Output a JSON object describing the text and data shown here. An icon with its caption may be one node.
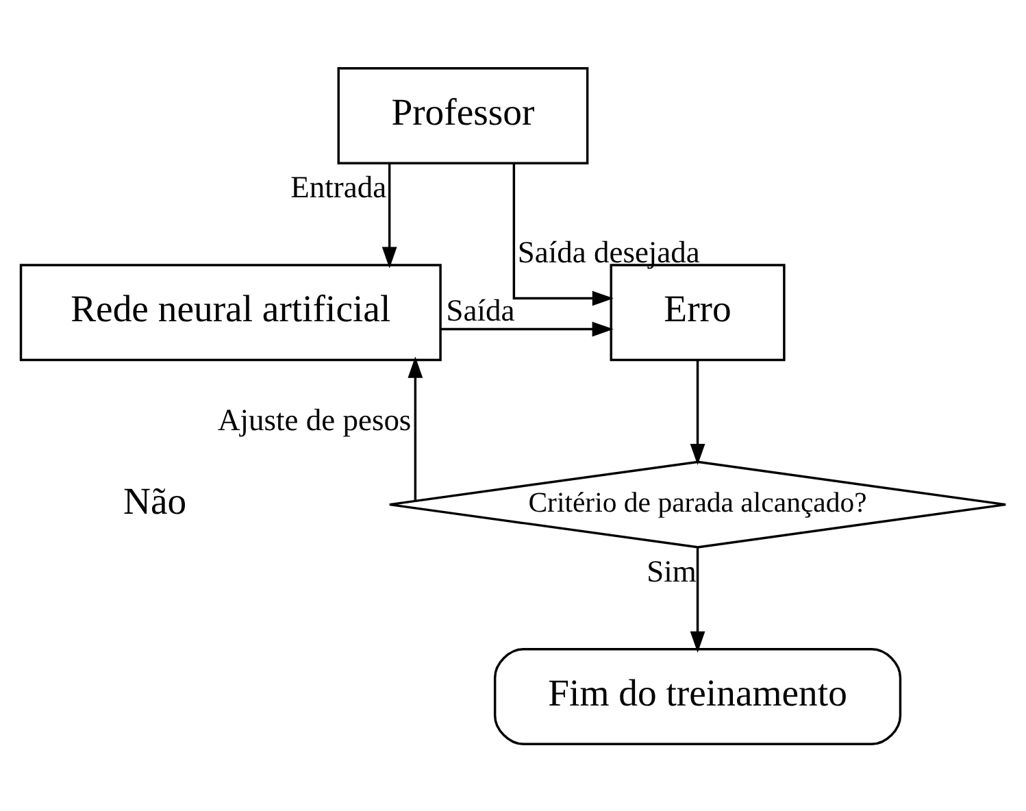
{
  "diagram": {
    "nodes": [
      {
        "text": [
          "Professor"
        ]
      },
      {
        "text": [
          "Rede neural artificial"
        ]
      },
      {
        "text": [
          "Erro"
        ]
      },
      {
        "text": [
          "Critério de parada alcançado?"
        ]
      },
      {
        "text": [
          "Fim do treinamento"
        ]
      }
    ],
    "edges": [
      {
        "from": 0,
        "to": 1,
        "arrow": "to",
        "label": "Entrada"
      },
      {
        "from": 0,
        "to": 2,
        "arrow": "to",
        "label": "Saída desejada"
      },
      {
        "from": 1,
        "to": 2,
        "arrow": "to",
        "label": "Saída"
      },
      {
        "from": 2,
        "to": 3,
        "arrow": "to"
      },
      {
        "from": 3,
        "to": 1,
        "arrow": "to",
        "label": "Ajuste de pesos"
      },
      {
        "from": 3,
        "to": 4,
        "arrow": "to",
        "label": "Sim"
      }
    ],
    "labels": [
      "Não"
    ]
  }
}
